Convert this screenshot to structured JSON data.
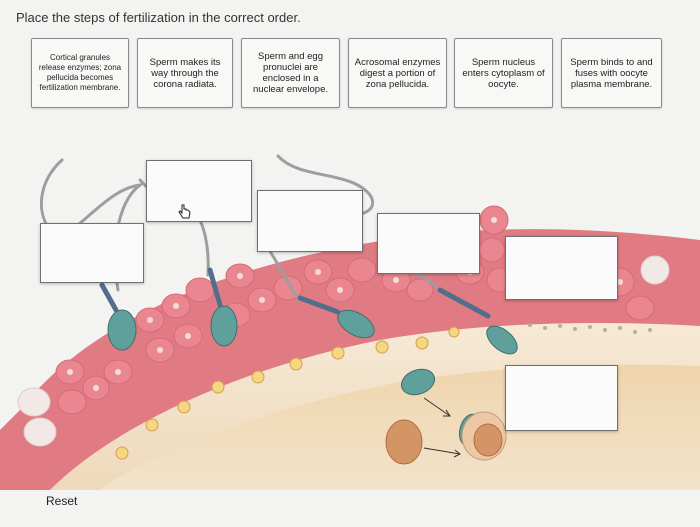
{
  "prompt": "Place the steps of fertilization in the correct order.",
  "cards": [
    {
      "label": "Cortical granules release enzymes; zona pellucida becomes fertilization membrane."
    },
    {
      "label": "Sperm makes its way through the corona radiata."
    },
    {
      "label": "Sperm and egg pronuclei are enclosed in a nuclear envelope."
    },
    {
      "label": "Acrosomal enzymes digest a portion of zona pellucida."
    },
    {
      "label": "Sperm nucleus enters cytoplasm of oocyte."
    },
    {
      "label": "Sperm binds to and fuses with oocyte plasma membrane."
    }
  ],
  "reset_label": "Reset",
  "colors": {
    "cell": "#e7838a",
    "cell_nucleus": "#f4d2cf",
    "zona": "#f1dfc4",
    "cytoplasm": "#efd7b4",
    "sperm_head": "#5f9f9c",
    "sperm_tail": "#9b9b9b"
  }
}
